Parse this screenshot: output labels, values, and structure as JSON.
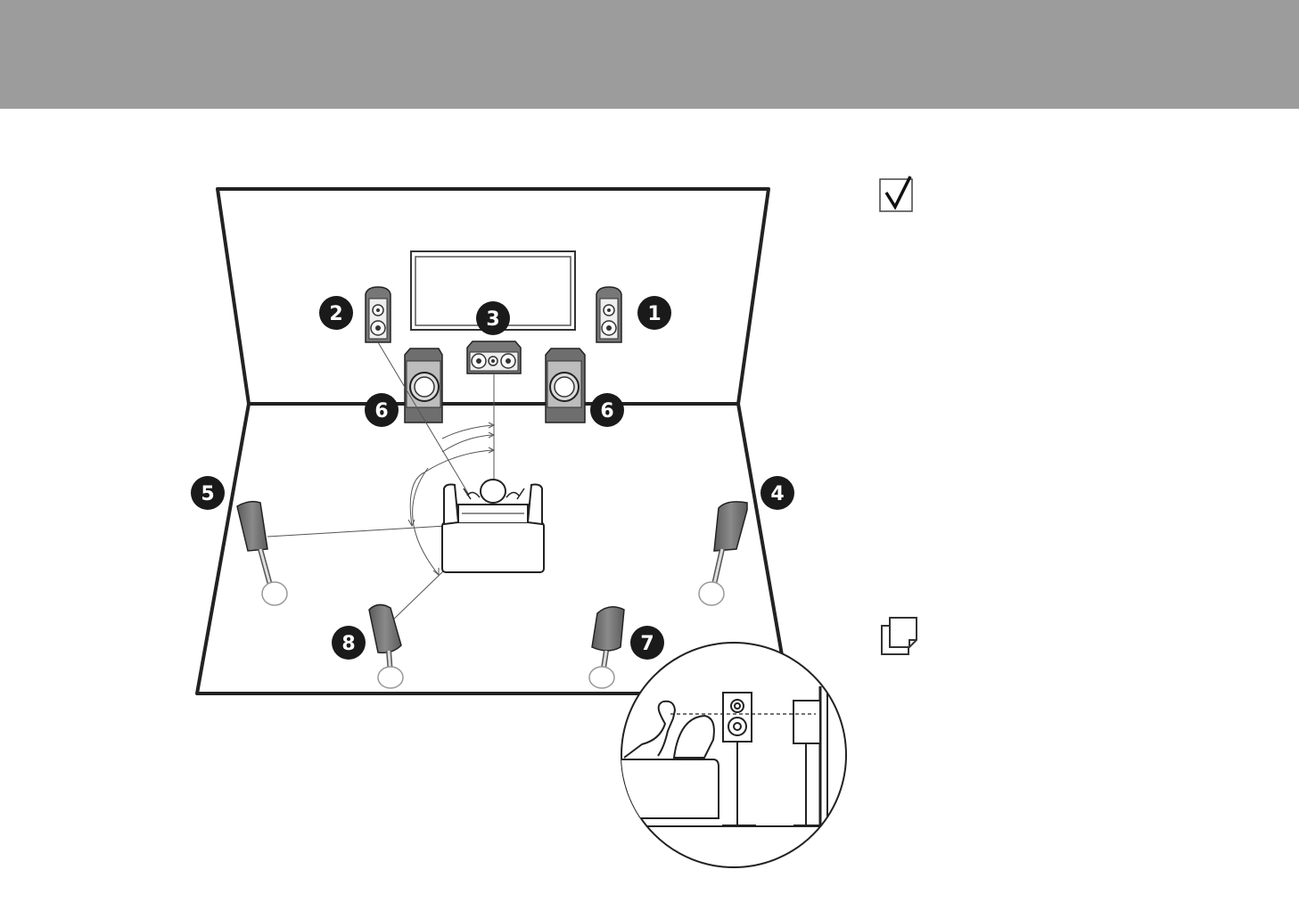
{
  "header": {
    "color": "#9c9c9c"
  },
  "speakers": {
    "front_right": "1",
    "front_left": "2",
    "center": "3",
    "surround_right": "4",
    "surround_left": "5",
    "subwoofer_left": "6",
    "subwoofer_right": "6",
    "surround_back_right": "7",
    "surround_back_left": "8"
  },
  "side_icons": {
    "check": "checkmark-box-icon",
    "note": "note-icon"
  },
  "colors": {
    "line": "#222222",
    "speaker_body": "#6a6a6a",
    "badge": "#1a1a1a",
    "thin_line": "#555555"
  }
}
